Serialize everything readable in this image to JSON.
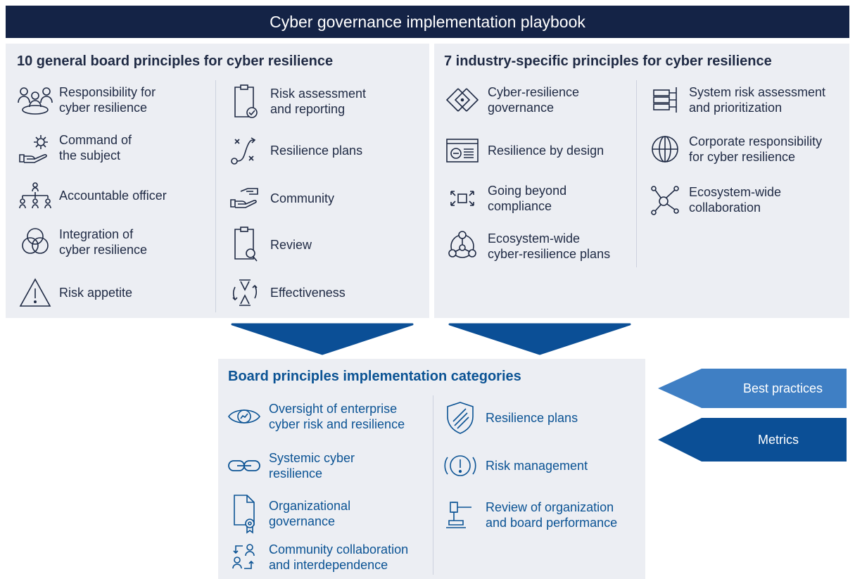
{
  "header": {
    "title": "Cyber governance implementation playbook"
  },
  "general": {
    "title": "10 general board principles for cyber resilience",
    "left_items": [
      {
        "line1": "Responsibility for",
        "line2": "cyber resilience",
        "icon": "people-group-icon"
      },
      {
        "line1": "Command of",
        "line2": "the subject",
        "icon": "hand-gear-icon"
      },
      {
        "line1": "Accountable officer",
        "line2": "",
        "icon": "org-chart-icon"
      },
      {
        "line1": "Integration of",
        "line2": "cyber resilience",
        "icon": "venn-circles-icon"
      },
      {
        "line1": "Risk appetite",
        "line2": "",
        "icon": "warning-triangle-icon"
      }
    ],
    "right_items": [
      {
        "line1": "Risk assessment",
        "line2": "and reporting",
        "icon": "clipboard-check-icon"
      },
      {
        "line1": "Resilience plans",
        "line2": "",
        "icon": "path-plan-icon"
      },
      {
        "line1": "Community",
        "line2": "",
        "icon": "handshake-icon"
      },
      {
        "line1": "Review",
        "line2": "",
        "icon": "clipboard-search-icon"
      },
      {
        "line1": "Effectiveness",
        "line2": "",
        "icon": "hourglass-cycle-icon"
      }
    ]
  },
  "industry": {
    "title": "7 industry-specific principles for cyber resilience",
    "left_items": [
      {
        "line1": "Cyber-resilience",
        "line2": "governance",
        "icon": "diamond-network-icon"
      },
      {
        "line1": "Resilience by design",
        "line2": "",
        "icon": "blueprint-icon"
      },
      {
        "line1": "Going beyond",
        "line2": "compliance",
        "icon": "expand-frame-icon"
      },
      {
        "line1": "Ecosystem-wide",
        "line2": "cyber-resilience plans",
        "icon": "network-circle-icon"
      }
    ],
    "right_items": [
      {
        "line1": "System risk assessment",
        "line2": "and prioritization",
        "icon": "stack-servers-icon"
      },
      {
        "line1": "Corporate responsibility",
        "line2": "for cyber resilience",
        "icon": "globe-icon"
      },
      {
        "line1": "Ecosystem-wide",
        "line2": "collaboration",
        "icon": "node-network-icon"
      }
    ]
  },
  "categories": {
    "title": "Board principles implementation categories",
    "left_items": [
      {
        "line1": "Oversight of enterprise",
        "line2": "cyber risk and resilience",
        "icon": "eye-chart-icon"
      },
      {
        "line1": "Systemic cyber",
        "line2": "resilience",
        "icon": "chain-link-icon"
      },
      {
        "line1": "Organizational",
        "line2": "governance",
        "icon": "certificate-icon"
      },
      {
        "line1": "Community collaboration",
        "line2": "and interdependence",
        "icon": "people-exchange-icon"
      }
    ],
    "right_items": [
      {
        "line1": "Resilience plans",
        "line2": "",
        "icon": "shield-icon"
      },
      {
        "line1": "Risk management",
        "line2": "",
        "icon": "alert-circle-icon"
      },
      {
        "line1": "Review of organization",
        "line2": "and board performance",
        "icon": "gavel-icon"
      }
    ]
  },
  "side_tags": {
    "best_practices": "Best practices",
    "metrics": "Metrics"
  },
  "colors": {
    "header_bg": "#142346",
    "panel_bg": "#eceef3",
    "arrow_blue": "#0b4f96",
    "tag_light": "#3f7fc4",
    "accent_blue": "#0b5394"
  }
}
